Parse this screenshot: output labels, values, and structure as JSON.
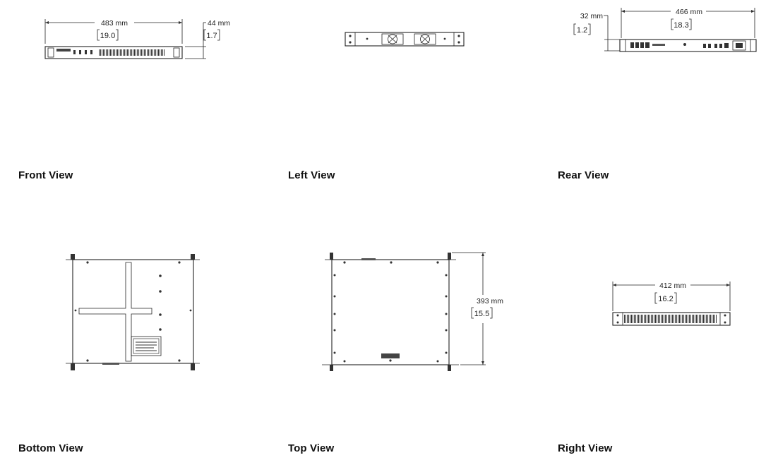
{
  "views": {
    "front": {
      "label": "Front View",
      "width_mm": "483 mm",
      "width_in": "19.0",
      "height_mm": "44 mm",
      "height_in": "1.7"
    },
    "left": {
      "label": "Left View"
    },
    "rear": {
      "label": "Rear View",
      "width_mm": "466 mm",
      "width_in": "18.3",
      "height_mm": "32 mm",
      "height_in": "1.2"
    },
    "bottom": {
      "label": "Bottom View"
    },
    "top": {
      "label": "Top View",
      "depth_mm": "393 mm",
      "depth_in": "15.5"
    },
    "right": {
      "label": "Right View",
      "width_mm": "412 mm",
      "width_in": "16.2"
    }
  }
}
